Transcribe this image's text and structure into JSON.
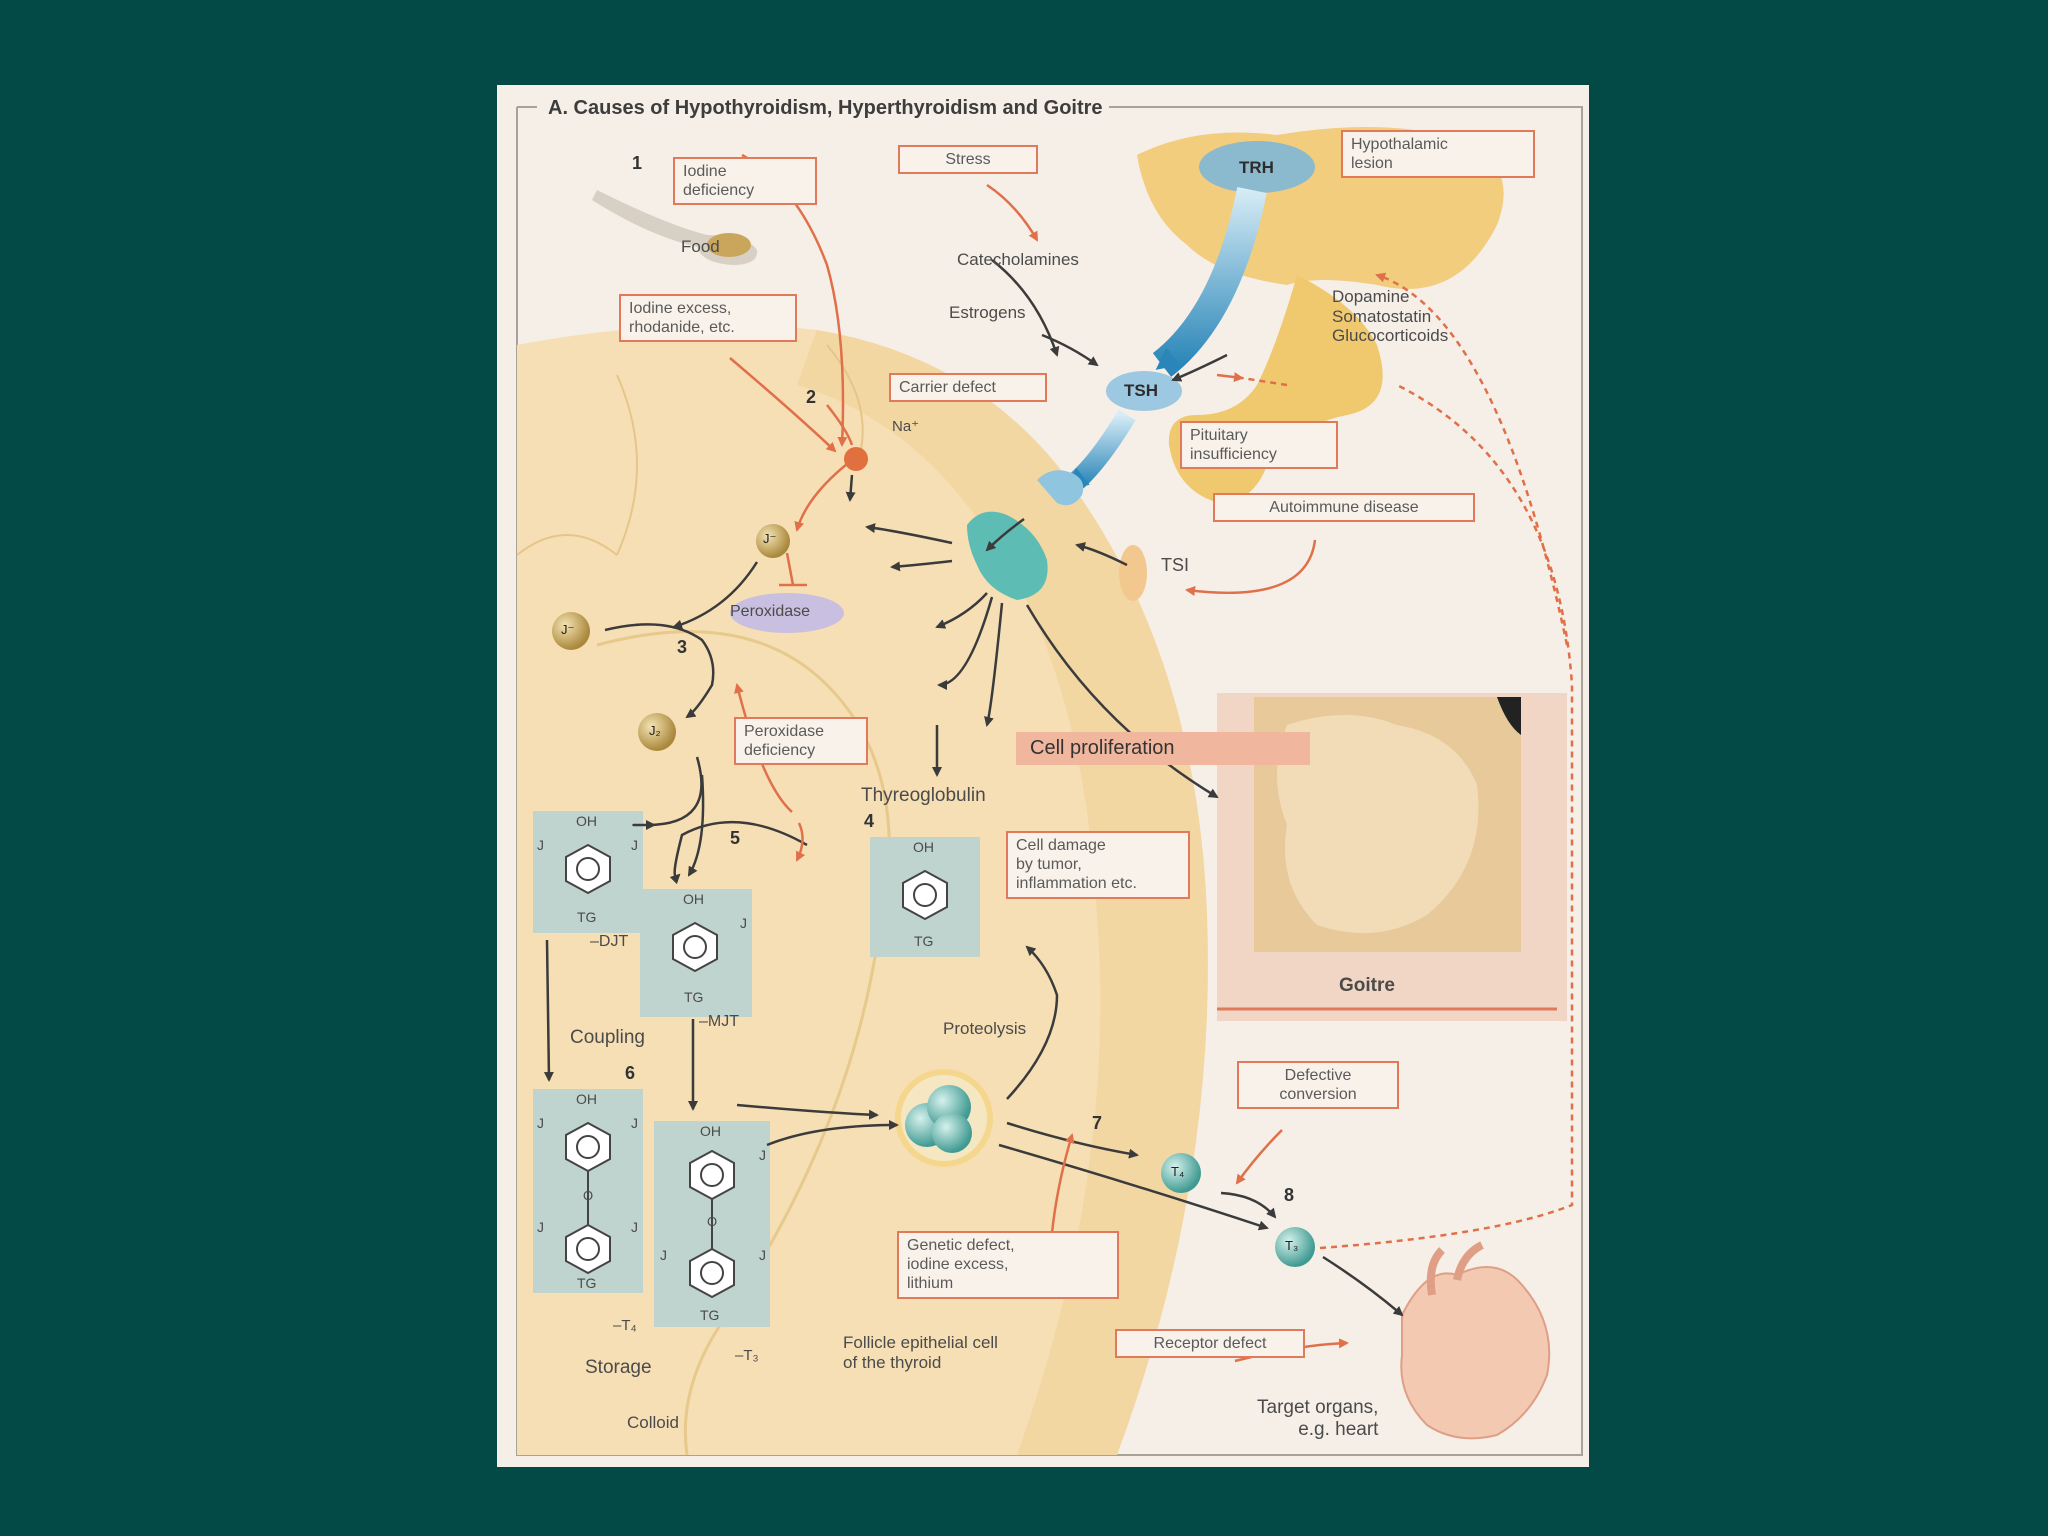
{
  "title": "A. Causes of Hypothyroidism, Hyperthyroidism and Goitre",
  "boxes": {
    "iodine_deficiency": "Iodine\ndeficiency",
    "stress": "Stress",
    "hypothalamic_lesion": "Hypothalamic\nlesion",
    "iodine_excess": "Iodine excess,\nrhodanide, etc.",
    "carrier_defect": "Carrier defect",
    "pituitary_insufficiency": "Pituitary\ninsufficiency",
    "autoimmune_disease": "Autoimmune disease",
    "peroxidase_deficiency": "Peroxidase\ndeficiency",
    "cell_damage": "Cell damage\nby tumor,\ninflammation etc.",
    "defective_conversion": "Defective\nconversion",
    "genetic_defect": "Genetic defect,\niodine excess,\nlithium",
    "receptor_defect": "Receptor defect"
  },
  "labels": {
    "food": "Food",
    "catecholamines": "Catecholamines",
    "estrogens": "Estrogens",
    "dopamine_group": "Dopamine\nSomatostatin\nGlucocorticoids",
    "trh": "TRH",
    "tsh": "TSH",
    "tsi": "TSI",
    "na": "Na⁺",
    "peroxidase": "Peroxidase",
    "thyreoglobulin": "Thyreoglobulin",
    "cell_proliferation": "Cell proliferation",
    "goitre": "Goitre",
    "coupling": "Coupling",
    "storage": "Storage",
    "colloid": "Colloid",
    "proteolysis": "Proteolysis",
    "follicle_cell": "Follicle epithelial cell\nof the thyroid",
    "target_organs": "Target organs,\ne.g. heart",
    "djt": "–DJT",
    "mjt": "–MJT",
    "t4_label": "–T₄",
    "t3_label": "–T₃",
    "j_minus": "J⁻",
    "j2": "J₂",
    "t4": "T₄",
    "t3": "T₃",
    "oh": "OH",
    "tg": "TG",
    "j": "J",
    "o": "O"
  },
  "numbers": [
    "1",
    "2",
    "3",
    "4",
    "5",
    "6",
    "7",
    "8"
  ]
}
